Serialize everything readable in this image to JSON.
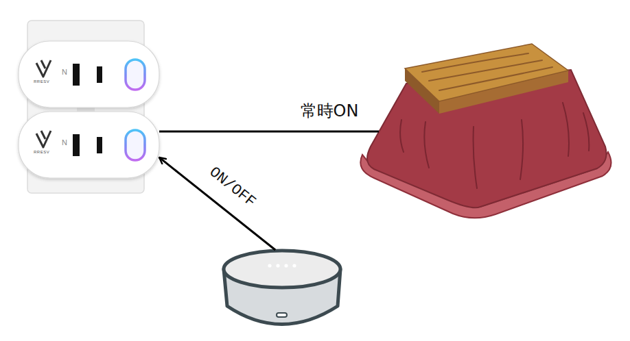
{
  "diagram": {
    "nodes": [
      {
        "text": [
          "N",
          "RRESV"
        ]
      },
      {
        "text": [
          "N",
          "RRESV"
        ]
      },
      {
        "text": []
      },
      {
        "text": []
      }
    ],
    "edges": [
      {
        "from": 1,
        "to": 2,
        "arrow": "none",
        "label": "常時ON"
      },
      {
        "from": 3,
        "to": 1,
        "arrow": "to",
        "label": "ON/OFF"
      }
    ]
  }
}
